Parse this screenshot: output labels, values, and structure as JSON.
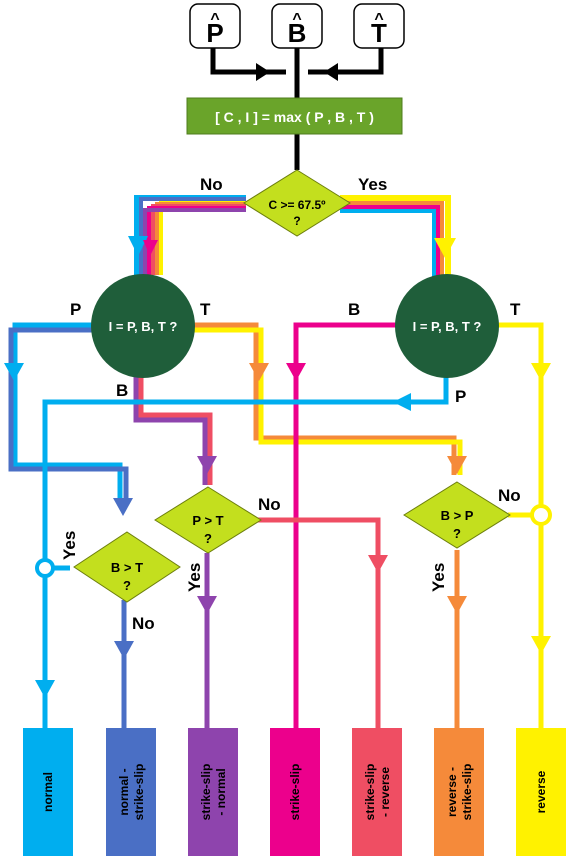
{
  "inputs": {
    "p": {
      "hat": "^",
      "letter": "P"
    },
    "b": {
      "hat": "^",
      "letter": "B"
    },
    "t": {
      "hat": "^",
      "letter": "T"
    }
  },
  "formula": "[ C , I ] = max ( P , B , T )",
  "decision_c": {
    "line1": "C >= 67.5º",
    "line2": "?",
    "no": "No",
    "yes": "Yes"
  },
  "circle_left": {
    "text": "I = P, B, T ?",
    "p": "P",
    "t": "T",
    "b": "B"
  },
  "circle_right": {
    "text": "I = P, B, T ?",
    "b": "B",
    "t": "T",
    "p": "P"
  },
  "decision_bt": {
    "line1": "B > T",
    "line2": "?",
    "yes": "Yes",
    "no": "No"
  },
  "decision_pt": {
    "line1": "P > T",
    "line2": "?",
    "no": "No",
    "yes": "Yes"
  },
  "decision_bp": {
    "line1": "B > P",
    "line2": "?",
    "no": "No",
    "yes": "Yes"
  },
  "outputs": [
    {
      "label": "normal",
      "color": "#00aeef"
    },
    {
      "label": "normal - strike-slip",
      "color": "#4a6fc5"
    },
    {
      "label": "strike-slip - normal",
      "color": "#8e44ad"
    },
    {
      "label": "strike-slip",
      "color": "#ec008c"
    },
    {
      "label": "strike-slip - reverse",
      "color": "#ef4e63"
    },
    {
      "label": "reverse - strike-slip",
      "color": "#f58a3a"
    },
    {
      "label": "reverse",
      "color": "#fff200"
    }
  ],
  "colors": {
    "box_green": "#6aa42a",
    "circle_green": "#1f5e3a",
    "diamond": "#c3df1e",
    "cyan": "#00aeef",
    "blue": "#4a6fc5",
    "purple": "#8e44ad",
    "magenta": "#ec008c",
    "coral": "#ef4e63",
    "orange": "#f58a3a",
    "yellow": "#fff200"
  }
}
